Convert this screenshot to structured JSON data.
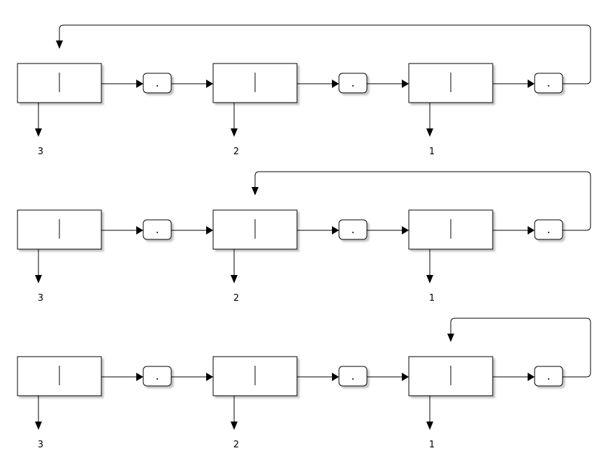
{
  "colors": {
    "stroke": "#000000",
    "background": "#ffffff",
    "shadow": "#c8c8c8"
  },
  "rows": [
    {
      "nodes": [
        {
          "value_label": "3",
          "pointer_text": "."
        },
        {
          "value_label": "2",
          "pointer_text": "."
        },
        {
          "value_label": "1",
          "pointer_text": "."
        }
      ],
      "back_link_target": 0
    },
    {
      "nodes": [
        {
          "value_label": "3",
          "pointer_text": "."
        },
        {
          "value_label": "2",
          "pointer_text": "."
        },
        {
          "value_label": "1",
          "pointer_text": "."
        }
      ],
      "back_link_target": 1
    },
    {
      "nodes": [
        {
          "value_label": "3",
          "pointer_text": "."
        },
        {
          "value_label": "2",
          "pointer_text": "."
        },
        {
          "value_label": "1",
          "pointer_text": "."
        }
      ],
      "back_link_target": 2
    }
  ]
}
